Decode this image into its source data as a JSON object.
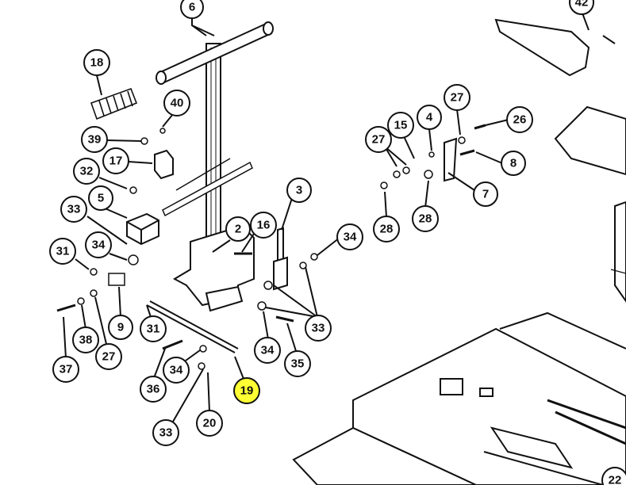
{
  "callouts": {
    "c6": "6",
    "c42": "42",
    "c18": "18",
    "c40": "40",
    "c39": "39",
    "c17": "17",
    "c32": "32",
    "c5": "5",
    "c33a": "33",
    "c31a": "31",
    "c34a": "34",
    "c2": "2",
    "c16": "16",
    "c3": "3",
    "c34b": "34",
    "c9": "9",
    "c31b": "31",
    "c33b": "33",
    "c37": "37",
    "c38": "38",
    "c27a": "27",
    "c34c": "34",
    "c35": "35",
    "c36": "36",
    "c34d": "34",
    "c19": "19",
    "c33c": "33",
    "c20": "20",
    "c27b": "27",
    "c15": "15",
    "c4": "4",
    "c27c": "27",
    "c26": "26",
    "c8": "8",
    "c28a": "28",
    "c28b": "28",
    "c7": "7",
    "c22": "22"
  },
  "highlight": {
    "color": "#ffff33",
    "target": "c19"
  }
}
